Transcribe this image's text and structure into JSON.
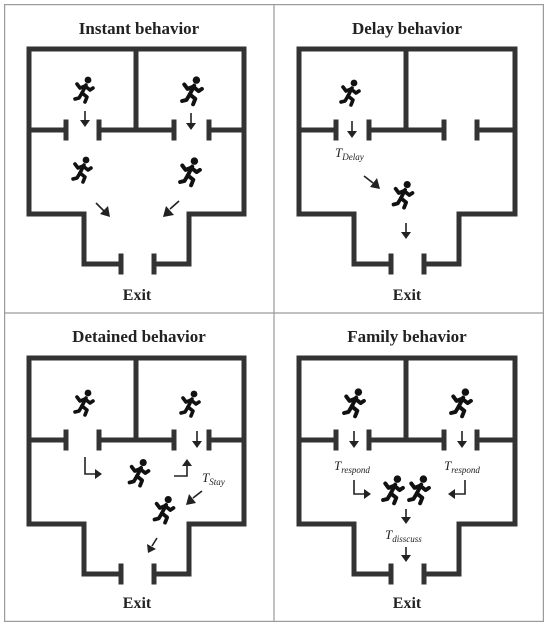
{
  "panels": [
    {
      "title": "Instant behavior",
      "exit_label": "Exit"
    },
    {
      "title": "Delay behavior",
      "exit_label": "Exit",
      "labels": {
        "t_delay": {
          "main": "T",
          "sub": "Delay"
        }
      }
    },
    {
      "title": "Detained behavior",
      "exit_label": "Exit",
      "labels": {
        "t_stay": {
          "main": "T",
          "sub": "Stay"
        }
      }
    },
    {
      "title": "Family behavior",
      "exit_label": "Exit",
      "labels": {
        "t_respond_left": {
          "main": "T",
          "sub": "respond"
        },
        "t_respond_right": {
          "main": "T",
          "sub": "respond"
        },
        "t_disscuss": {
          "main": "T",
          "sub": "disscuss"
        }
      }
    }
  ],
  "icons": {
    "person": "running-person-icon",
    "arrow": "arrow-icon",
    "door": "door-icon"
  },
  "colors": {
    "wall": "#333333",
    "frame": "#9a9a9a",
    "text": "#222222"
  }
}
